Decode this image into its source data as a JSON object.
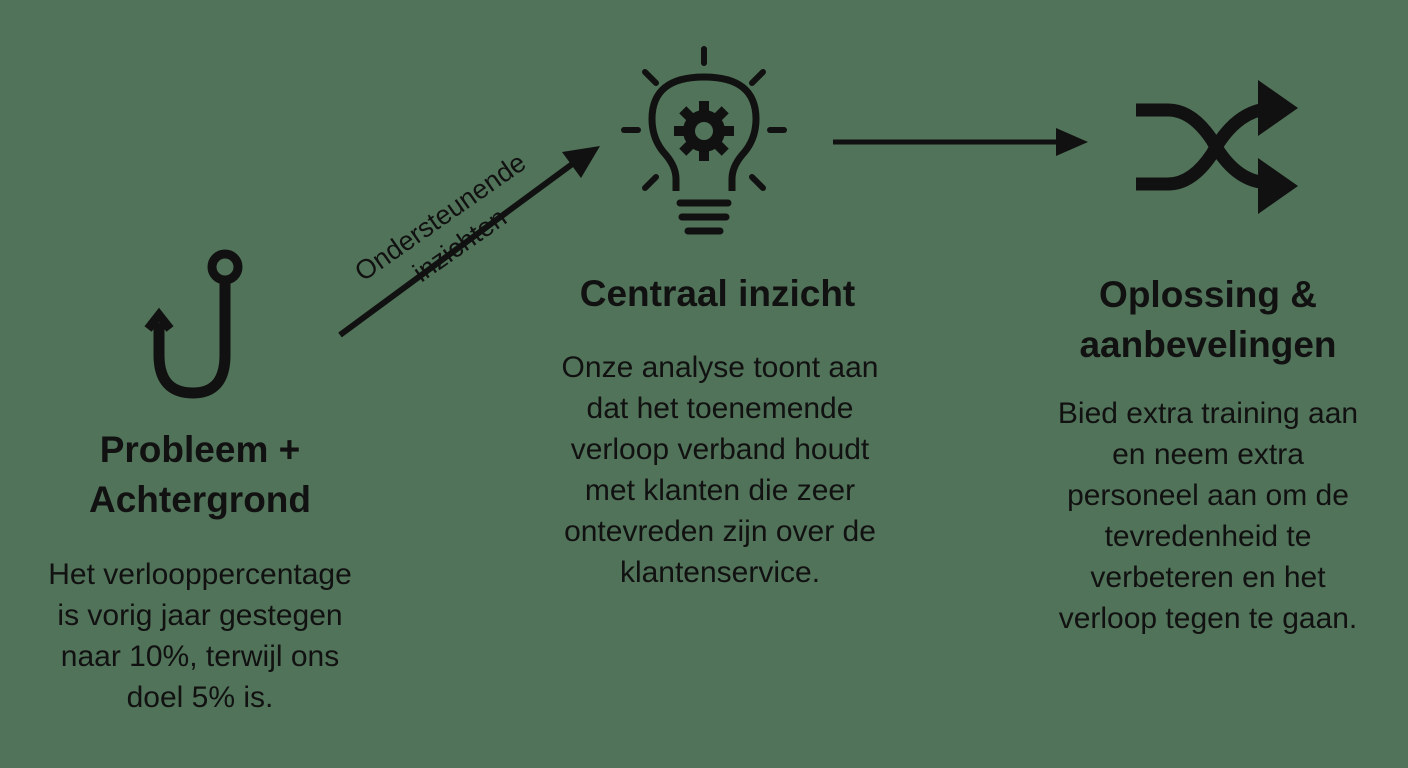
{
  "colors": {
    "background": "#517359",
    "ink": "#111111"
  },
  "steps": [
    {
      "icon": "hook-icon",
      "title_lines": [
        "Probleem +",
        "Achtergrond"
      ],
      "body_lines": [
        "Het verlooppercentage",
        "is vorig jaar gestegen",
        "naar 10%, terwijl ons",
        "doel 5% is."
      ]
    },
    {
      "icon": "lightbulb-gear-icon",
      "title_lines": [
        "Centraal inzicht"
      ],
      "body_lines": [
        "Onze analyse toont aan",
        "dat het toenemende",
        "verloop verband houdt",
        "met klanten die zeer",
        "ontevreden zijn over de",
        "klantenservice."
      ]
    },
    {
      "icon": "shuffle-arrows-icon",
      "title_lines": [
        "Oplossing &",
        "aanbevelingen"
      ],
      "body_lines": [
        "Bied extra training aan",
        "en neem extra",
        "personeel aan om de",
        "tevredenheid te",
        "verbeteren en het",
        "verloop tegen te gaan."
      ]
    }
  ],
  "connectors": [
    {
      "label_lines": [
        "Ondersteunende",
        "inzichten"
      ]
    },
    {
      "label_lines": []
    }
  ]
}
